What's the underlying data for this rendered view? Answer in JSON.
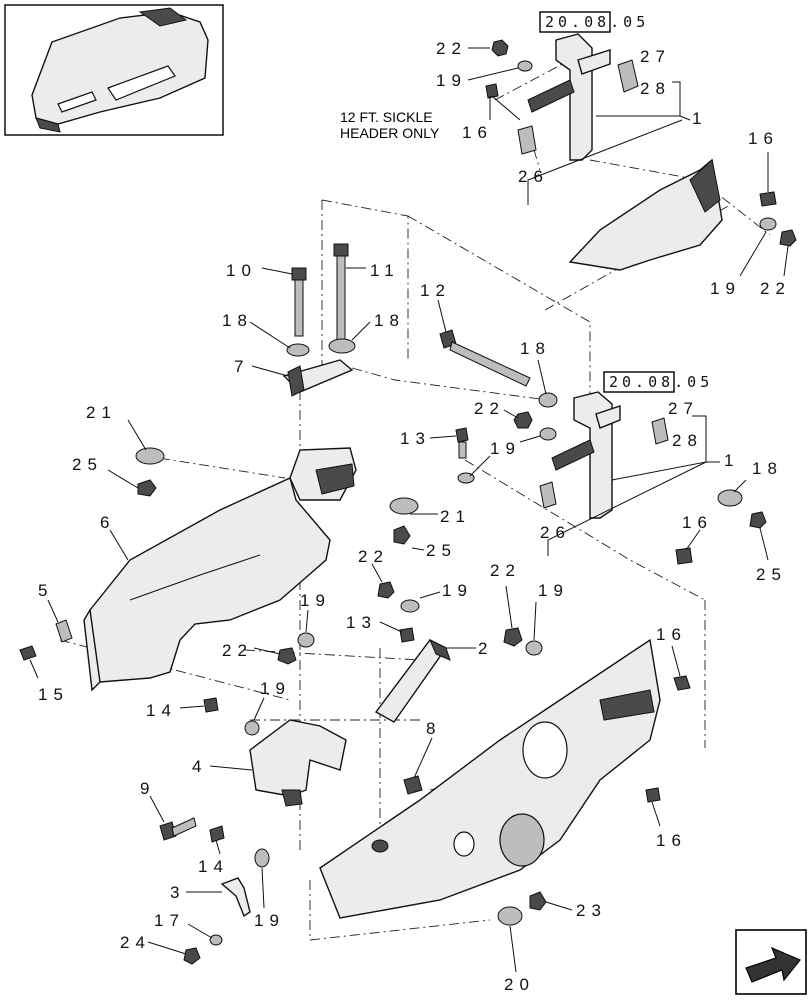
{
  "note": {
    "line1": "12 FT. SICKLE",
    "line2": "HEADER ONLY"
  },
  "references": [
    "20.08.05",
    "20.08.05"
  ],
  "callouts": [
    {
      "id": "c22a",
      "text": "22"
    },
    {
      "id": "c19a",
      "text": "19"
    },
    {
      "id": "c16a",
      "text": "16"
    },
    {
      "id": "c27a",
      "text": "27"
    },
    {
      "id": "c28a",
      "text": "28"
    },
    {
      "id": "c1a",
      "text": "1"
    },
    {
      "id": "c26a",
      "text": "26"
    },
    {
      "id": "c16b",
      "text": "16"
    },
    {
      "id": "c19b",
      "text": "19"
    },
    {
      "id": "c22b",
      "text": "22"
    },
    {
      "id": "c10",
      "text": "10"
    },
    {
      "id": "c11",
      "text": "11"
    },
    {
      "id": "c18a",
      "text": "18"
    },
    {
      "id": "c18b",
      "text": "18"
    },
    {
      "id": "c7",
      "text": "7"
    },
    {
      "id": "c12",
      "text": "12"
    },
    {
      "id": "c18c",
      "text": "18"
    },
    {
      "id": "c21a",
      "text": "21"
    },
    {
      "id": "c25a",
      "text": "25"
    },
    {
      "id": "c22c",
      "text": "22"
    },
    {
      "id": "c13a",
      "text": "13"
    },
    {
      "id": "c19c",
      "text": "19"
    },
    {
      "id": "c27b",
      "text": "27"
    },
    {
      "id": "c28b",
      "text": "28"
    },
    {
      "id": "c1b",
      "text": "1"
    },
    {
      "id": "c18d",
      "text": "18"
    },
    {
      "id": "c26b",
      "text": "26"
    },
    {
      "id": "c16c",
      "text": "16"
    },
    {
      "id": "c25b",
      "text": "25"
    },
    {
      "id": "c6",
      "text": "6"
    },
    {
      "id": "c21b",
      "text": "21"
    },
    {
      "id": "c25c",
      "text": "25"
    },
    {
      "id": "c5",
      "text": "5"
    },
    {
      "id": "c15",
      "text": "15"
    },
    {
      "id": "c22d",
      "text": "22"
    },
    {
      "id": "c19d",
      "text": "19"
    },
    {
      "id": "c22e",
      "text": "22"
    },
    {
      "id": "c19e",
      "text": "19"
    },
    {
      "id": "c19f",
      "text": "19"
    },
    {
      "id": "c22f",
      "text": "22"
    },
    {
      "id": "c13b",
      "text": "13"
    },
    {
      "id": "c2",
      "text": "2"
    },
    {
      "id": "c16d",
      "text": "16"
    },
    {
      "id": "c14a",
      "text": "14"
    },
    {
      "id": "c19g",
      "text": "19"
    },
    {
      "id": "c4",
      "text": "4"
    },
    {
      "id": "c8",
      "text": "8"
    },
    {
      "id": "c9",
      "text": "9"
    },
    {
      "id": "c14b",
      "text": "14"
    },
    {
      "id": "c16e",
      "text": "16"
    },
    {
      "id": "c3",
      "text": "3"
    },
    {
      "id": "c17",
      "text": "17"
    },
    {
      "id": "c19h",
      "text": "19"
    },
    {
      "id": "c24",
      "text": "24"
    },
    {
      "id": "c23",
      "text": "23"
    },
    {
      "id": "c20",
      "text": "20"
    }
  ],
  "icons": {
    "thumbnail": "header-shield-thumbnail-icon",
    "navigation": "back-arrow-icon"
  }
}
